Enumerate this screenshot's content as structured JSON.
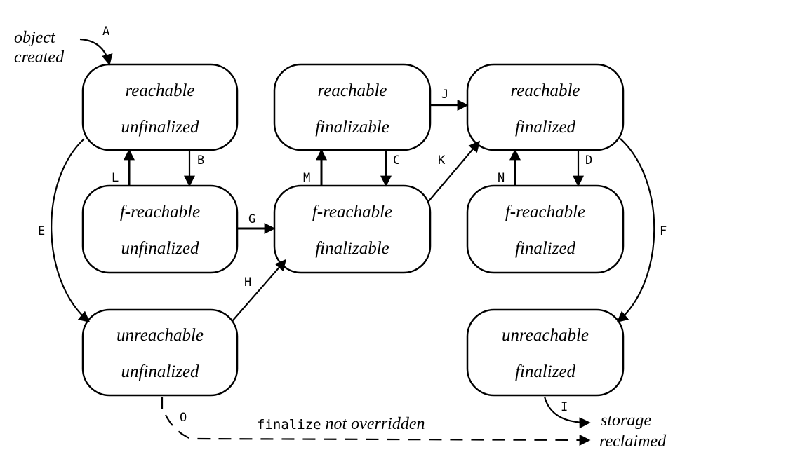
{
  "states": {
    "reachable_unfinalized": {
      "line1": "reachable",
      "line2": "unfinalized"
    },
    "reachable_finalizable": {
      "line1": "reachable",
      "line2": "finalizable"
    },
    "reachable_finalized": {
      "line1": "reachable",
      "line2": "finalized"
    },
    "freachable_unfinalized": {
      "line1": "f-reachable",
      "line2": "unfinalized"
    },
    "freachable_finalizable": {
      "line1": "f-reachable",
      "line2": "finalizable"
    },
    "freachable_finalized": {
      "line1": "f-reachable",
      "line2": "finalized"
    },
    "unreachable_unfinalized": {
      "line1": "unreachable",
      "line2": "unfinalized"
    },
    "unreachable_finalized": {
      "line1": "unreachable",
      "line2": "finalized"
    }
  },
  "transitions": {
    "A": "A",
    "B": "B",
    "C": "C",
    "D": "D",
    "E": "E",
    "F": "F",
    "G": "G",
    "H": "H",
    "I": "I",
    "J": "J",
    "K": "K",
    "L": "L",
    "M": "M",
    "N": "N",
    "O": "O"
  },
  "annotations": {
    "object_created_line1": "object",
    "object_created_line2": "created",
    "storage_reclaimed_line1": "storage",
    "storage_reclaimed_line2": "reclaimed",
    "finalize_code": "finalize",
    "not_overridden": " not overridden"
  }
}
